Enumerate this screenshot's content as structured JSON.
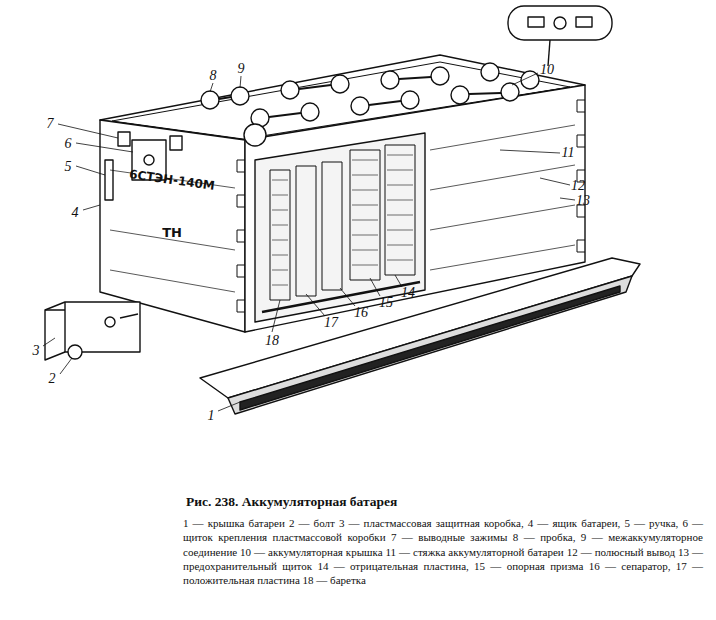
{
  "diagram": {
    "title": "Рис. 238. Аккумуляторная батарея",
    "caption": "1 — крышка батареи 2 — болт 3 — пластмассовая защитная коробка, 4 — ящик батареи, 5 — ручка, 6 — щиток крепления пластмассовой коробки 7 — выводные зажимы 8 — пробка, 9 — межаккумуляторное соединение 10 — аккумуляторная крышка 11 — стяжка аккумуляторной батареи 12 — полюсный вывод 13 — предохранительный щиток 14 — отрицательная пластина, 15 — опорная призма 16 — сепаратор, 17 — положительная пластина 18 — баретка",
    "labels": [
      "1",
      "2",
      "3",
      "4",
      "5",
      "6",
      "7",
      "8",
      "9",
      "10",
      "11",
      "12",
      "13",
      "14",
      "15",
      "16",
      "17",
      "18",
      "6СТЭН-140М",
      "ТН"
    ]
  }
}
